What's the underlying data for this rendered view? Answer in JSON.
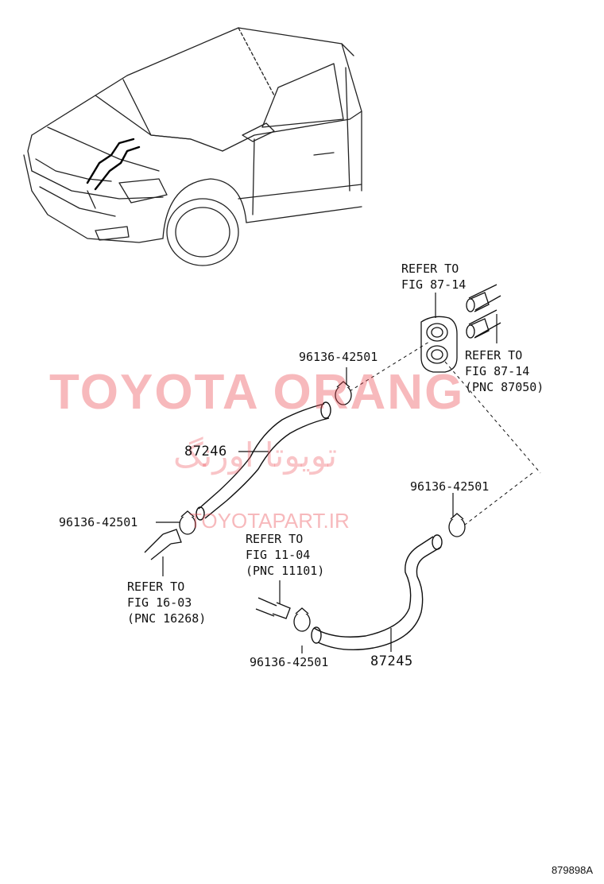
{
  "watermark": {
    "brand": "TOYOTA ORANG",
    "persian": "تویوتا اورنگ",
    "url": "TOYOTAPART.IR"
  },
  "labels": {
    "refer_top": "REFER TO\nFIG 87-14",
    "refer_right": "REFER TO\nFIG 87-14\n(PNC 87050)",
    "clamp_top": "96136-42501",
    "hose_upper": "87246",
    "clamp_right": "96136-42501",
    "clamp_left": "96136-42501",
    "refer_mid": "REFER TO\nFIG 11-04\n(PNC 11101)",
    "refer_left": "REFER TO\nFIG 16-03\n(PNC 16268)",
    "clamp_bottom": "96136-42501",
    "hose_lower": "87245"
  },
  "diagram_code": "879898A"
}
